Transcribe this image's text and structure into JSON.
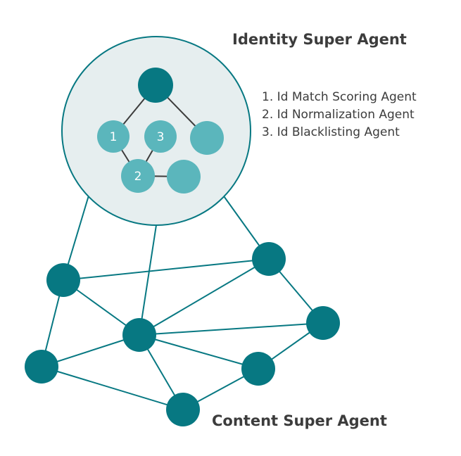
{
  "identity_super_agent": {
    "title": "Identity Super Agent",
    "inner_node_labels": [
      "1",
      "3",
      "2"
    ],
    "agents": [
      "1. Id Match Scoring Agent",
      "2. Id Normalization Agent",
      "3. Id Blacklisting Agent"
    ]
  },
  "content_super_agent": {
    "title": "Content Super Agent"
  },
  "colors": {
    "dark_teal": "#077882",
    "light_teal": "#5BB6BC",
    "circle_fill": "#E6EEEF",
    "edge": "#077882",
    "inner_edge": "#3c3c3c",
    "text": "#3c3c3c",
    "label_text": "#ffffff"
  }
}
